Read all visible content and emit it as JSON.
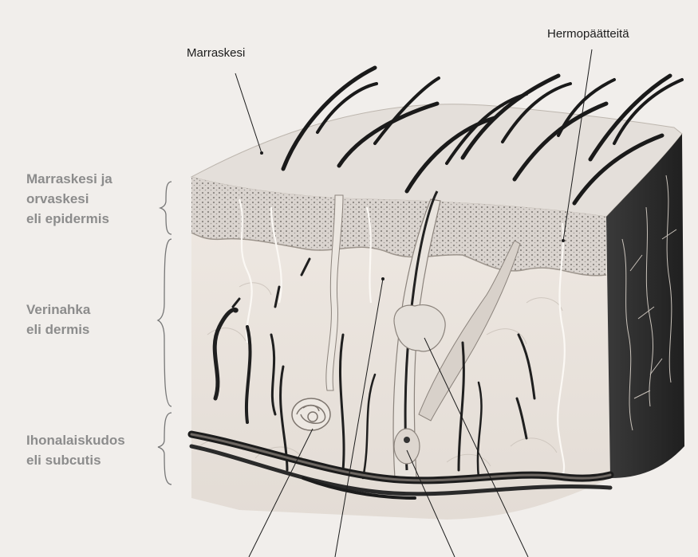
{
  "labels": {
    "marraskesi": "Marraskesi",
    "hermopaatteita": "Hermopäätteitä",
    "layers": [
      {
        "id": "epidermis",
        "lines": [
          "Marraskesi ja",
          "orvaskesi",
          "eli epidermis"
        ]
      },
      {
        "id": "dermis",
        "lines": [
          "Verinahka",
          "eli dermis"
        ]
      },
      {
        "id": "subcutis",
        "lines": [
          "Ihonalaiskudos",
          "eli subcutis"
        ]
      }
    ]
  },
  "colors": {
    "background": "#f1eeeb",
    "label_gray": "#8c8c8c",
    "top_label": "#1c1c1c",
    "surface": "#e4dfda",
    "epidermis": "#dad4cf",
    "dermis": "#ebe5df",
    "side_face": "#2d2d2d",
    "hair": "#1a1a1a"
  }
}
